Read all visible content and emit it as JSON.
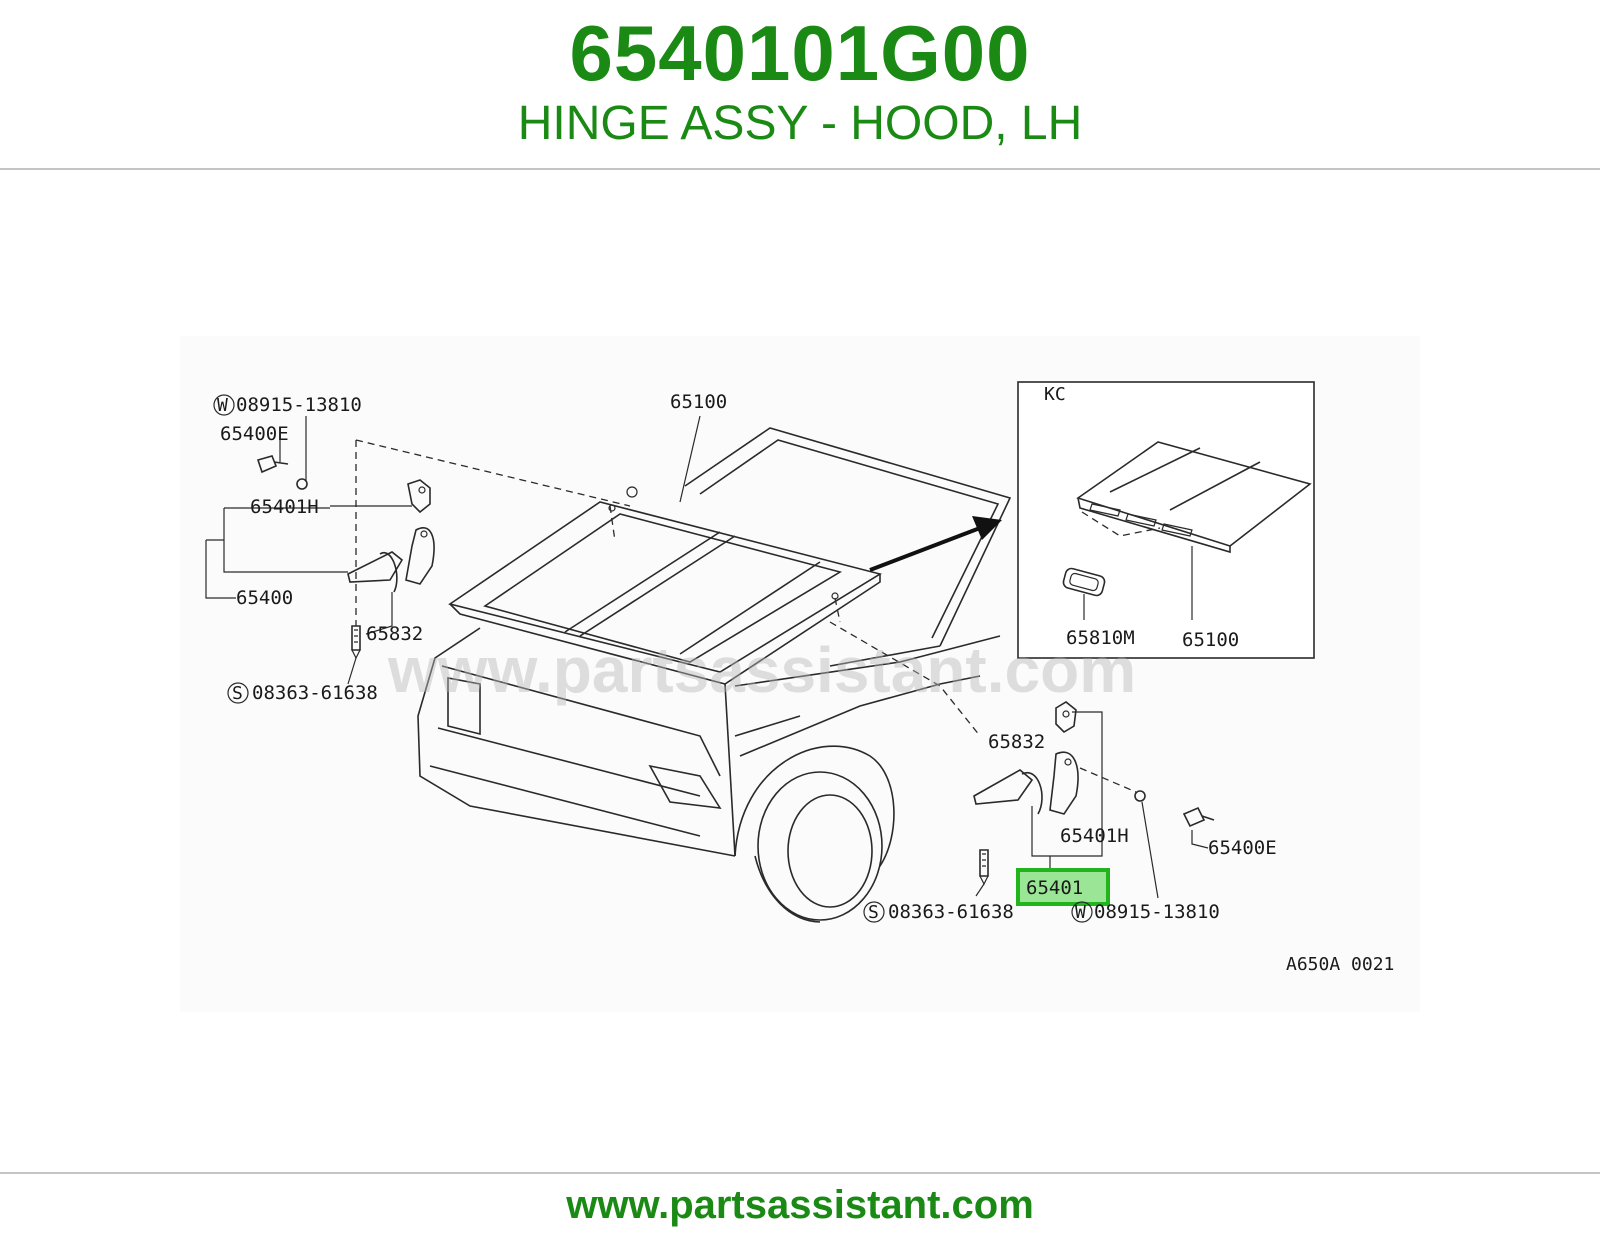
{
  "header": {
    "part_number": "6540101G00",
    "description": "HINGE ASSY - HOOD, LH"
  },
  "diagram": {
    "watermark": "www.partsassistant.com",
    "figure_code": "A650A 0021",
    "inset": {
      "label": "KC",
      "callouts": [
        "65810M",
        "65100"
      ]
    },
    "callouts": {
      "hood": "65100",
      "left_washer": "08915-13810",
      "left_washer_prefix": "W",
      "left_bolt": "65400E",
      "left_hinge_h": "65401H",
      "left_hinge_assy": "65400",
      "left_bumper": "65832",
      "left_screw": "08363-61638",
      "left_screw_prefix": "S",
      "right_bumper": "65832",
      "right_hinge_h": "65401H",
      "right_bolt": "65400E",
      "right_hinge_assy": "65401",
      "right_screw": "08363-61638",
      "right_screw_prefix": "S",
      "right_washer": "08915-13810",
      "right_washer_prefix": "W"
    },
    "highlight_color": "#22b41c"
  },
  "footer": {
    "url": "www.partsassistant.com"
  }
}
